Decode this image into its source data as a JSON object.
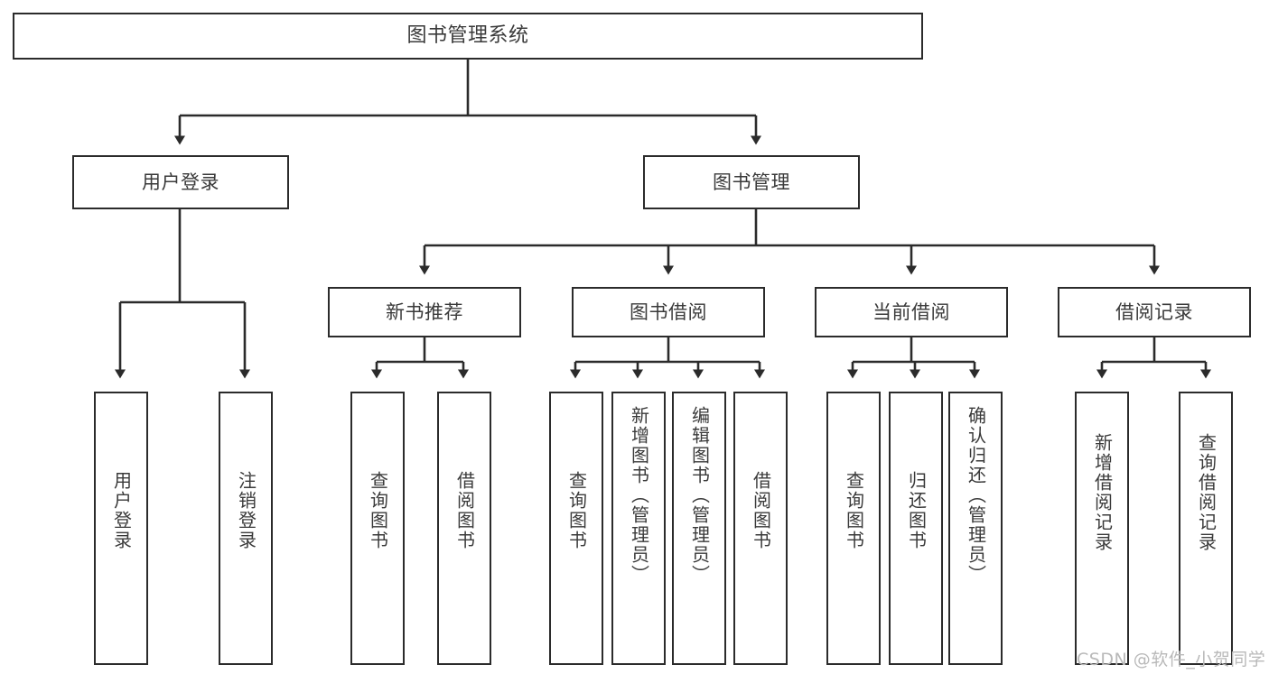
{
  "diagram": {
    "type": "tree-hierarchy-chart",
    "title": "图书管理系统",
    "stroke_color": "#2b2b2b",
    "text_color": "#3a3a3a",
    "background": "#ffffff",
    "nodes": {
      "root": {
        "label": "图书管理系统"
      },
      "level1": [
        {
          "id": "user-login",
          "label": "用户登录"
        },
        {
          "id": "book-management",
          "label": "图书管理"
        }
      ],
      "level2": [
        {
          "id": "new-book-recommend",
          "label": "新书推荐"
        },
        {
          "id": "book-borrow",
          "label": "图书借阅"
        },
        {
          "id": "current-borrow",
          "label": "当前借阅"
        },
        {
          "id": "borrow-record",
          "label": "借阅记录"
        }
      ],
      "leaves": [
        {
          "id": "leaf-user-login",
          "label": "用户登录",
          "parent": "user-login"
        },
        {
          "id": "leaf-logout-login",
          "label": "注销登录",
          "parent": "user-login"
        },
        {
          "id": "leaf-query-book-1",
          "label": "查询图书",
          "parent": "new-book-recommend"
        },
        {
          "id": "leaf-borrow-book-1",
          "label": "借阅图书",
          "parent": "new-book-recommend"
        },
        {
          "id": "leaf-query-book-2",
          "label": "查询图书",
          "parent": "book-borrow"
        },
        {
          "id": "leaf-add-book",
          "label": "新增图书（管理员）",
          "parent": "book-borrow"
        },
        {
          "id": "leaf-edit-book",
          "label": "编辑图书（管理员）",
          "parent": "book-borrow"
        },
        {
          "id": "leaf-borrow-book-2",
          "label": "借阅图书",
          "parent": "book-borrow"
        },
        {
          "id": "leaf-query-book-3",
          "label": "查询图书",
          "parent": "current-borrow"
        },
        {
          "id": "leaf-return-book",
          "label": "归还图书",
          "parent": "current-borrow"
        },
        {
          "id": "leaf-confirm-return",
          "label": "确认归还（管理员）",
          "parent": "current-borrow"
        },
        {
          "id": "leaf-add-record",
          "label": "新增借阅记录",
          "parent": "borrow-record"
        },
        {
          "id": "leaf-query-record",
          "label": "查询借阅记录",
          "parent": "borrow-record"
        }
      ]
    }
  },
  "watermark": {
    "text": "CSDN @软件_小贺同学"
  }
}
